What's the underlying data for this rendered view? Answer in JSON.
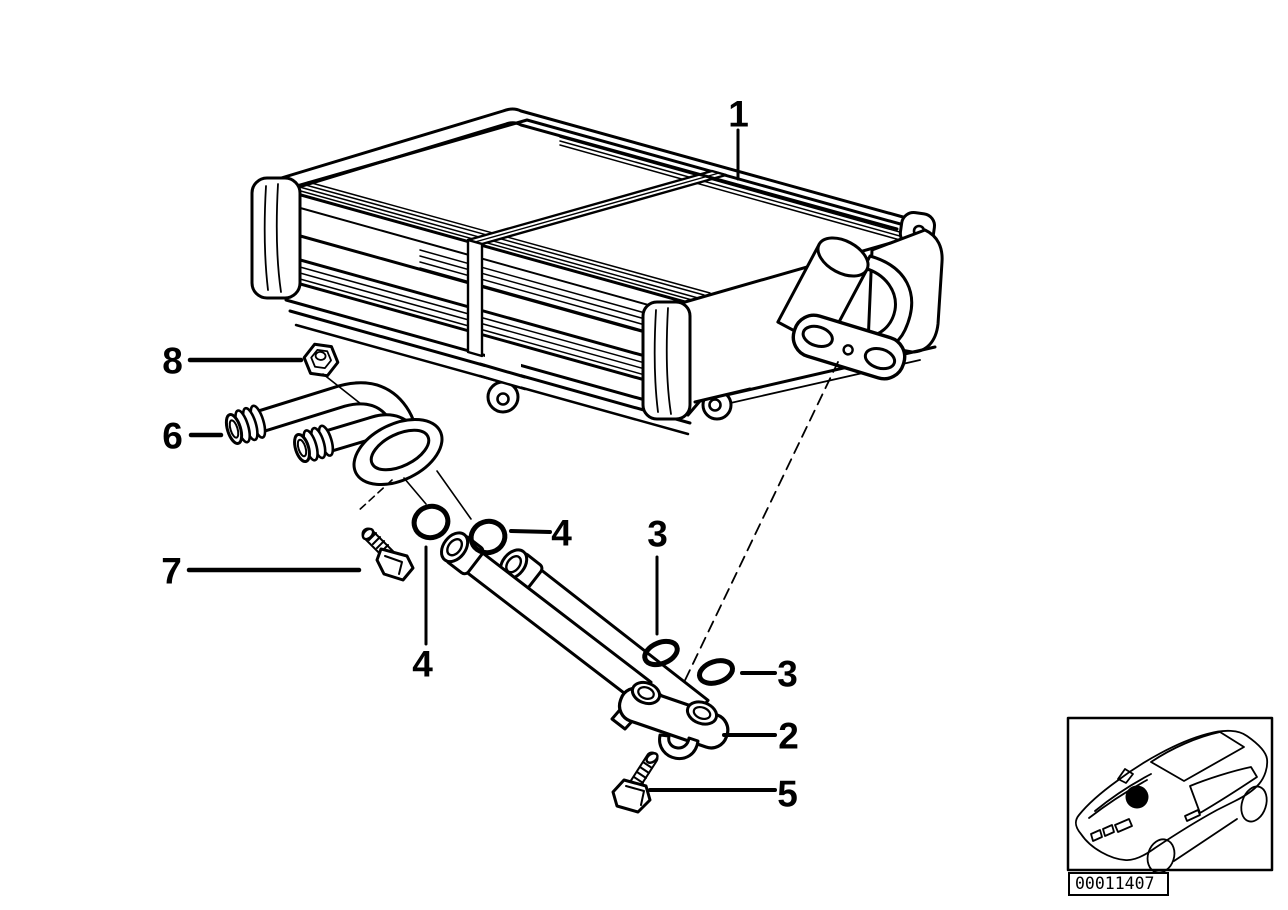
{
  "figure": {
    "type": "exploded-parts-diagram",
    "subject": "heater-radiator-with-pipes",
    "background_color": "#ffffff",
    "line_color": "#000000"
  },
  "callouts": {
    "c1": {
      "label": "1"
    },
    "c2": {
      "label": "2"
    },
    "c3_top": {
      "label": "3"
    },
    "c3_right": {
      "label": "3"
    },
    "c4_right": {
      "label": "4"
    },
    "c4_bottom": {
      "label": "4"
    },
    "c5": {
      "label": "5"
    },
    "c6": {
      "label": "6"
    },
    "c7": {
      "label": "7"
    },
    "c8": {
      "label": "8"
    }
  },
  "inset": {
    "diagram_code": "00011407",
    "marker_color": "#000000"
  }
}
